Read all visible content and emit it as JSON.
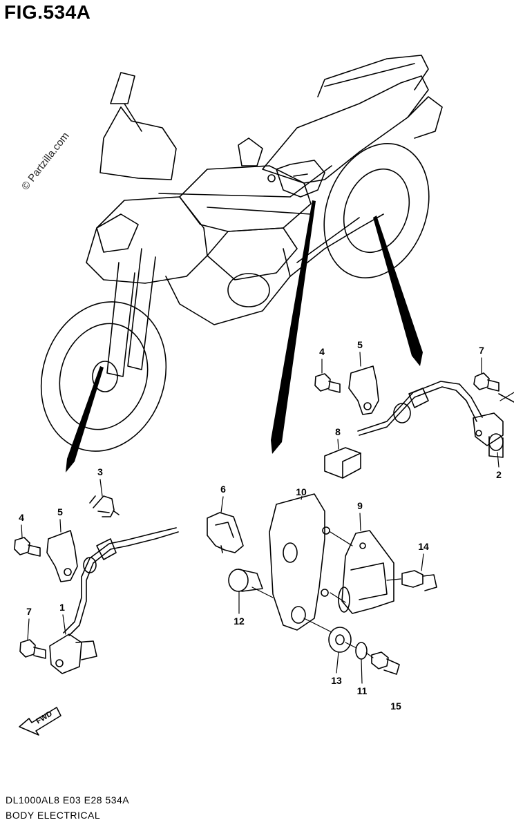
{
  "figure": {
    "title": "FIG.534A",
    "watermark": "© Partzilla.com",
    "code": "DL1000AL8  E03  E28  534A",
    "section": "BODY ELECTRICAL",
    "direction_label": "FWD"
  },
  "callouts": [
    {
      "id": "c1",
      "label": "1"
    },
    {
      "id": "c2",
      "label": "2"
    },
    {
      "id": "c3",
      "label": "3"
    },
    {
      "id": "c4a",
      "label": "4"
    },
    {
      "id": "c4b",
      "label": "4"
    },
    {
      "id": "c5a",
      "label": "5"
    },
    {
      "id": "c5b",
      "label": "5"
    },
    {
      "id": "c6",
      "label": "6"
    },
    {
      "id": "c7a",
      "label": "7"
    },
    {
      "id": "c7b",
      "label": "7"
    },
    {
      "id": "c8",
      "label": "8"
    },
    {
      "id": "c9",
      "label": "9"
    },
    {
      "id": "c10",
      "label": "10"
    },
    {
      "id": "c11",
      "label": "11"
    },
    {
      "id": "c12",
      "label": "12"
    },
    {
      "id": "c13",
      "label": "13"
    },
    {
      "id": "c14",
      "label": "14"
    },
    {
      "id": "c15",
      "label": "15"
    }
  ]
}
